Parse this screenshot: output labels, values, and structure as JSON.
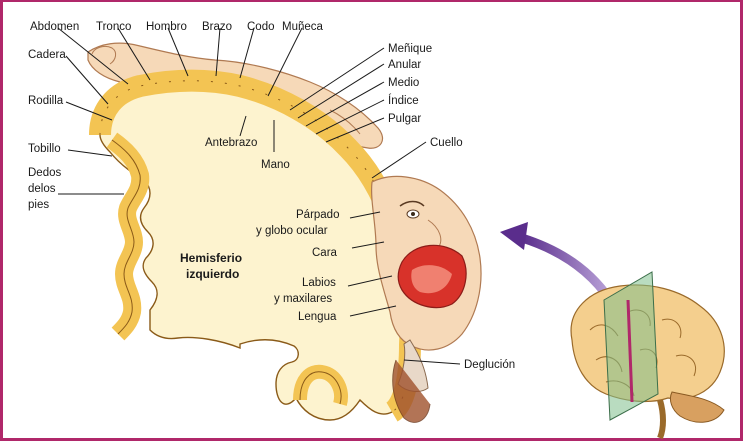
{
  "diagram": {
    "hemisphere_label": [
      "Hemisferio",
      "izquierdo"
    ],
    "labels": {
      "abdomen": "Abdomen",
      "tronco": "Tronco",
      "hombro": "Hombro",
      "brazo": "Brazo",
      "codo": "Codo",
      "muneca": "Muñeca",
      "cadera": "Cadera",
      "rodilla": "Rodilla",
      "tobillo": "Tobillo",
      "dedos_pies": [
        "Dedos",
        "delos",
        "pies"
      ],
      "menique": "Meñique",
      "anular": "Anular",
      "medio": "Medio",
      "indice": "Índice",
      "pulgar": "Pulgar",
      "cuello": "Cuello",
      "antebrazo": "Antebrazo",
      "mano": "Mano",
      "parpado": [
        "Párpado",
        "y globo ocular"
      ],
      "cara": "Cara",
      "labios": [
        "Labios",
        "y maxilares"
      ],
      "lengua": "Lengua",
      "deglucion": "Deglución"
    },
    "colors": {
      "frame": "#b0286a",
      "cortex": "#f3c453",
      "cortex_outline": "#8a5a18",
      "white_matter": "#fdf3cf",
      "skin": "#f6d9b8",
      "skin_outline": "#b07a52",
      "lips": "#d8322a",
      "arrow": "#6f3a9a",
      "brain": "#f4cf8e"
    }
  }
}
